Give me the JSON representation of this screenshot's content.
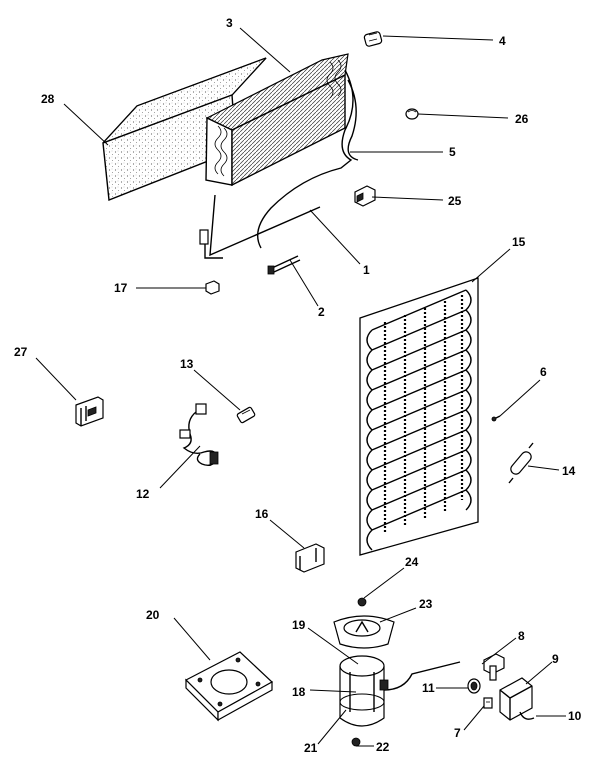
{
  "callouts": {
    "p1": "1",
    "p2": "2",
    "p3": "3",
    "p4": "4",
    "p5": "5",
    "p6": "6",
    "p7": "7",
    "p8": "8",
    "p9": "9",
    "p10": "10",
    "p11": "11",
    "p12": "12",
    "p13": "13",
    "p14": "14",
    "p15": "15",
    "p16": "16",
    "p17": "17",
    "p18": "18",
    "p19": "19",
    "p20": "20",
    "p21": "21",
    "p22": "22",
    "p23": "23",
    "p24": "24",
    "p25": "25",
    "p26": "26",
    "p27": "27",
    "p28": "28"
  }
}
